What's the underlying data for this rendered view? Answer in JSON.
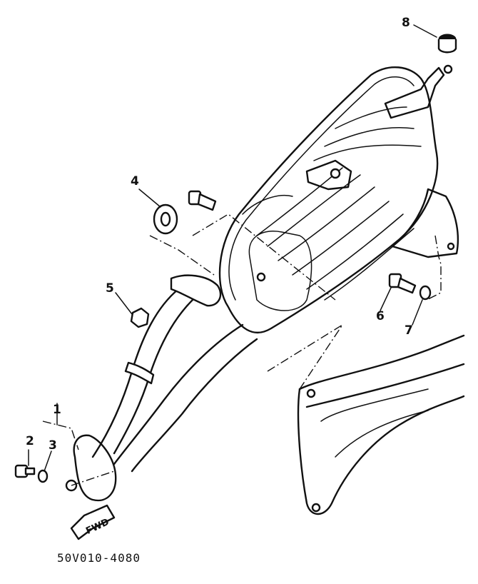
{
  "diagram": {
    "part_code": "50V010-4080",
    "fwd_label": "FWD",
    "callouts": [
      {
        "id": "1",
        "label": "1"
      },
      {
        "id": "2",
        "label": "2"
      },
      {
        "id": "3",
        "label": "3"
      },
      {
        "id": "4",
        "label": "4"
      },
      {
        "id": "5",
        "label": "5"
      },
      {
        "id": "6",
        "label": "6"
      },
      {
        "id": "7",
        "label": "7"
      },
      {
        "id": "8",
        "label": "8"
      }
    ]
  }
}
